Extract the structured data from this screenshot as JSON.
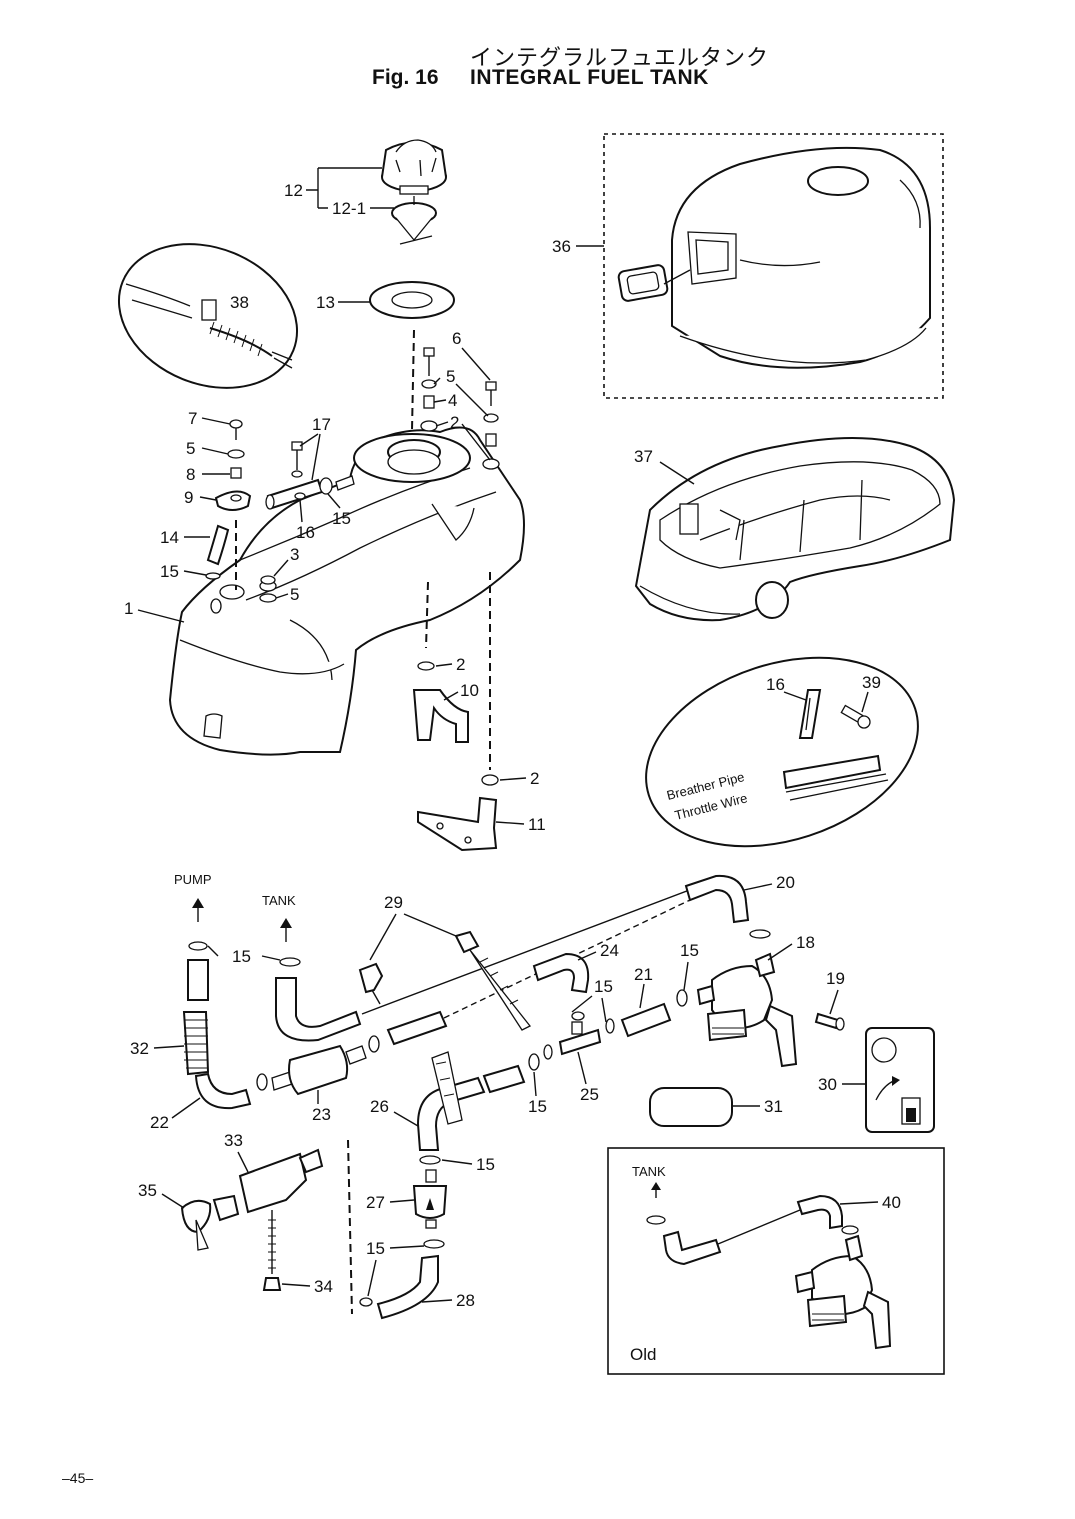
{
  "header": {
    "title_jp": "インテグラルフュエルタンク",
    "fig_number": "Fig. 16",
    "title_en": "INTEGRAL FUEL TANK"
  },
  "callouts": {
    "c12": "12",
    "c12_1": "12-1",
    "c13": "13",
    "c36": "36",
    "c38": "38",
    "c6": "6",
    "c5a": "5",
    "c4": "4",
    "c2a": "2",
    "c7": "7",
    "c5b": "5",
    "c8": "8",
    "c9": "9",
    "c17": "17",
    "c16a": "16",
    "c15a": "15",
    "c14": "14",
    "c15b": "15",
    "c3": "3",
    "c5c": "5",
    "c1": "1",
    "c2b": "2",
    "c10": "10",
    "c2c": "2",
    "c11": "11",
    "c37": "37",
    "c16b": "16",
    "c39": "39",
    "c20": "20",
    "c29": "29",
    "c18": "18",
    "c24": "24",
    "c15c": "15",
    "c15d": "15",
    "c21": "21",
    "c19": "19",
    "c15e": "15",
    "c32": "32",
    "c23": "23",
    "c25": "25",
    "c15f": "15",
    "c30": "30",
    "c31": "31",
    "c22": "22",
    "c26": "26",
    "c15g": "15",
    "c33": "33",
    "c35": "35",
    "c27": "27",
    "c40": "40",
    "c15h": "15",
    "c34": "34",
    "c28": "28"
  },
  "labels": {
    "pump": "PUMP",
    "tank_left": "TANK",
    "tank_old": "TANK",
    "old": "Old",
    "breather_pipe": "Breather Pipe",
    "throttle_wire": "Throttle Wire"
  },
  "footer": {
    "page_number": "–45–"
  }
}
